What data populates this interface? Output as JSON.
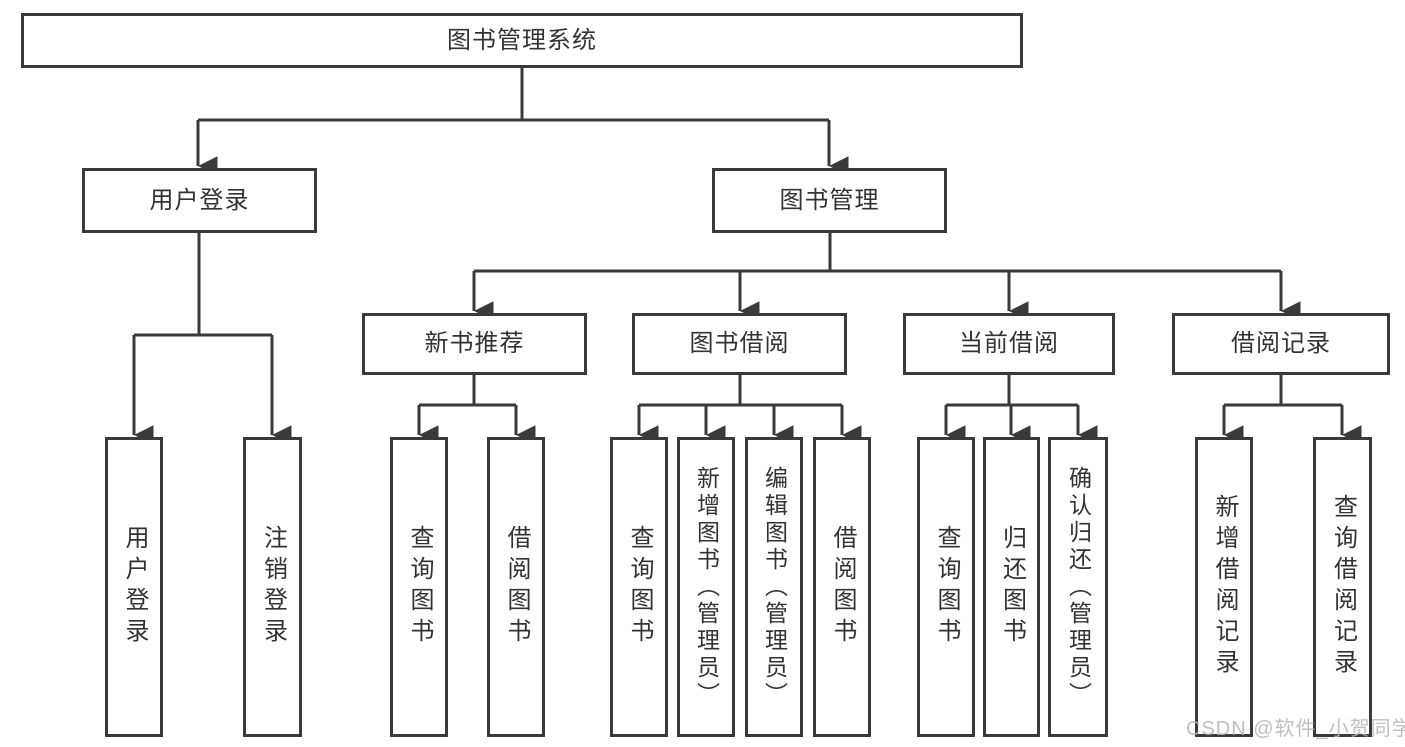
{
  "diagram": {
    "root": {
      "label": "图书管理系统"
    },
    "branches": [
      {
        "label": "用户登录",
        "children": [
          "用户登录",
          "注销登录"
        ]
      },
      {
        "label": "图书管理",
        "children": [
          {
            "label": "新书推荐",
            "children": [
              "查询图书",
              "借阅图书"
            ]
          },
          {
            "label": "图书借阅",
            "children": [
              "查询图书",
              "新增图书（管理员）",
              "编辑图书（管理员）",
              "借阅图书"
            ]
          },
          {
            "label": "当前借阅",
            "children": [
              "查询图书",
              "归还图书",
              "确认归还（管理员）"
            ]
          },
          {
            "label": "借阅记录",
            "children": [
              "新增借阅记录",
              "查询借阅记录"
            ]
          }
        ]
      }
    ]
  },
  "watermark": {
    "text": "CSDN @软件_小贺同学"
  },
  "colors": {
    "line": "#3a3a3a",
    "text": "#333333",
    "background": "#ffffff",
    "watermark": "#b4b4b4"
  }
}
